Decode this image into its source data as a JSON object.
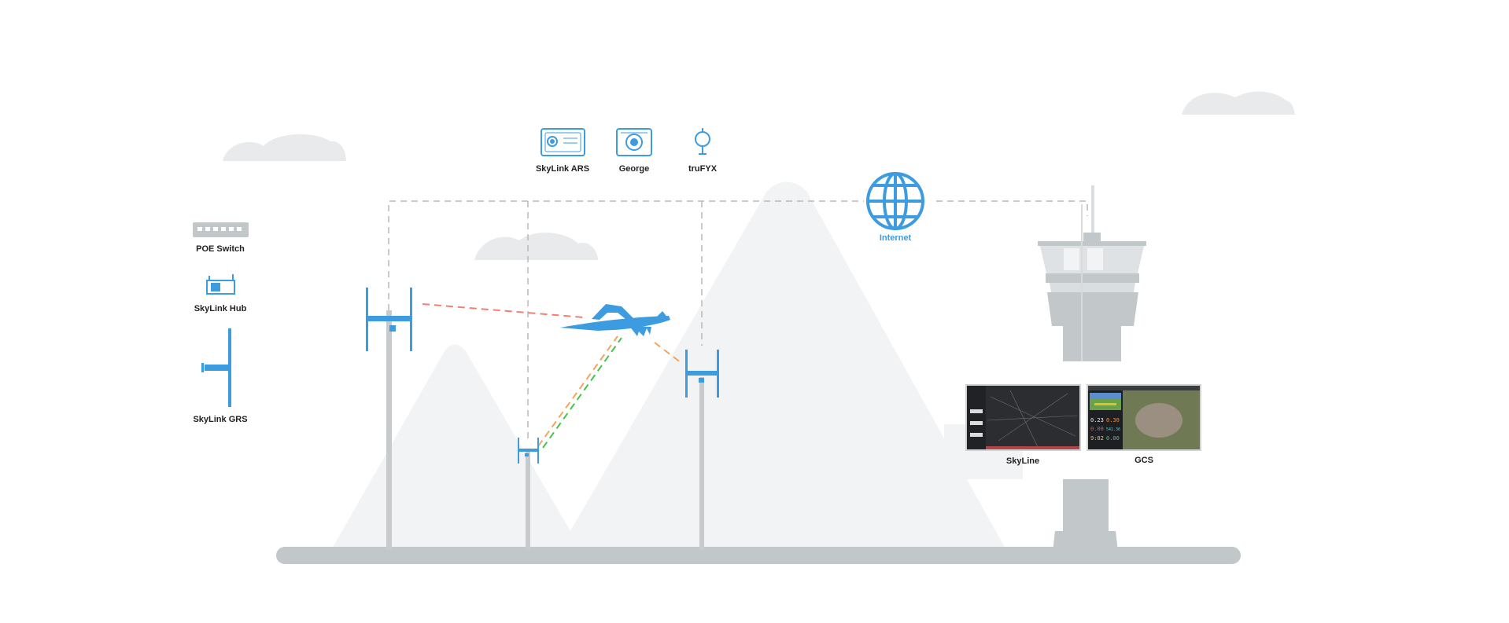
{
  "devices": {
    "poe_switch": "POE Switch",
    "skylink_hub": "SkyLink Hub",
    "skylink_grs": "SkyLink GRS",
    "skylink_ars": "SkyLink ARS",
    "george": "George",
    "trufyx": "truFYX",
    "internet": "Internet"
  },
  "screens": {
    "skyline": "SkyLine",
    "gcs": "GCS",
    "gcs_readouts": [
      "0.23",
      "0.30",
      "0.00",
      "541.36",
      "9:02",
      "0.00"
    ]
  },
  "colors": {
    "accent_blue": "#3d9be0",
    "link_red": "#f08070",
    "link_orange": "#f4a460",
    "link_green": "#44c44a",
    "ground": "#c2c7ca",
    "mountain": "#f2f3f4",
    "cloud": "#e8eaec"
  }
}
